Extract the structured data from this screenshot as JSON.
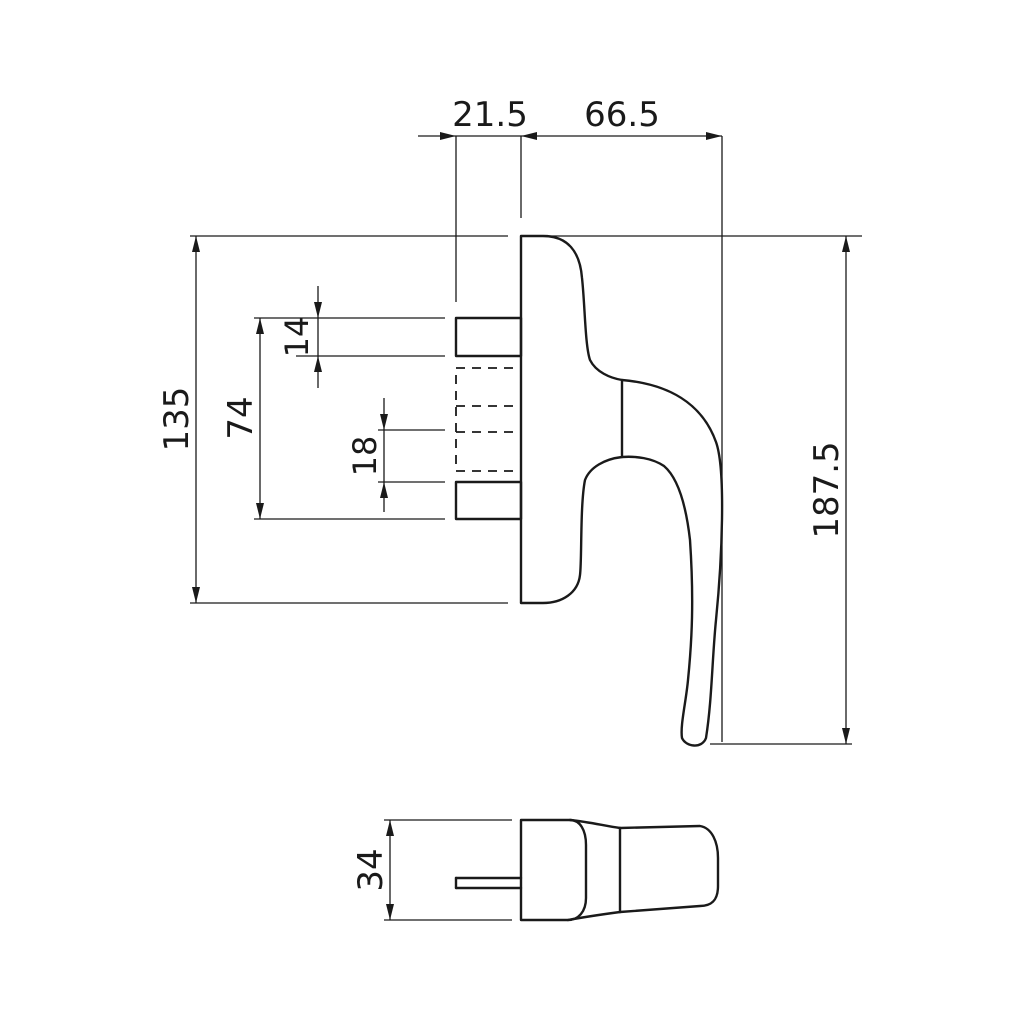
{
  "drawing": {
    "dimensions": {
      "pin_offset": "21.5",
      "handle_reach": "66.5",
      "base_height": "135",
      "screw_spacing": "74",
      "pin_width_top": "14",
      "pin_width_mid": "18",
      "total_height": "187.5",
      "base_depth": "34"
    },
    "colors": {
      "line": "#1a1a1a",
      "background": "#ffffff"
    }
  }
}
